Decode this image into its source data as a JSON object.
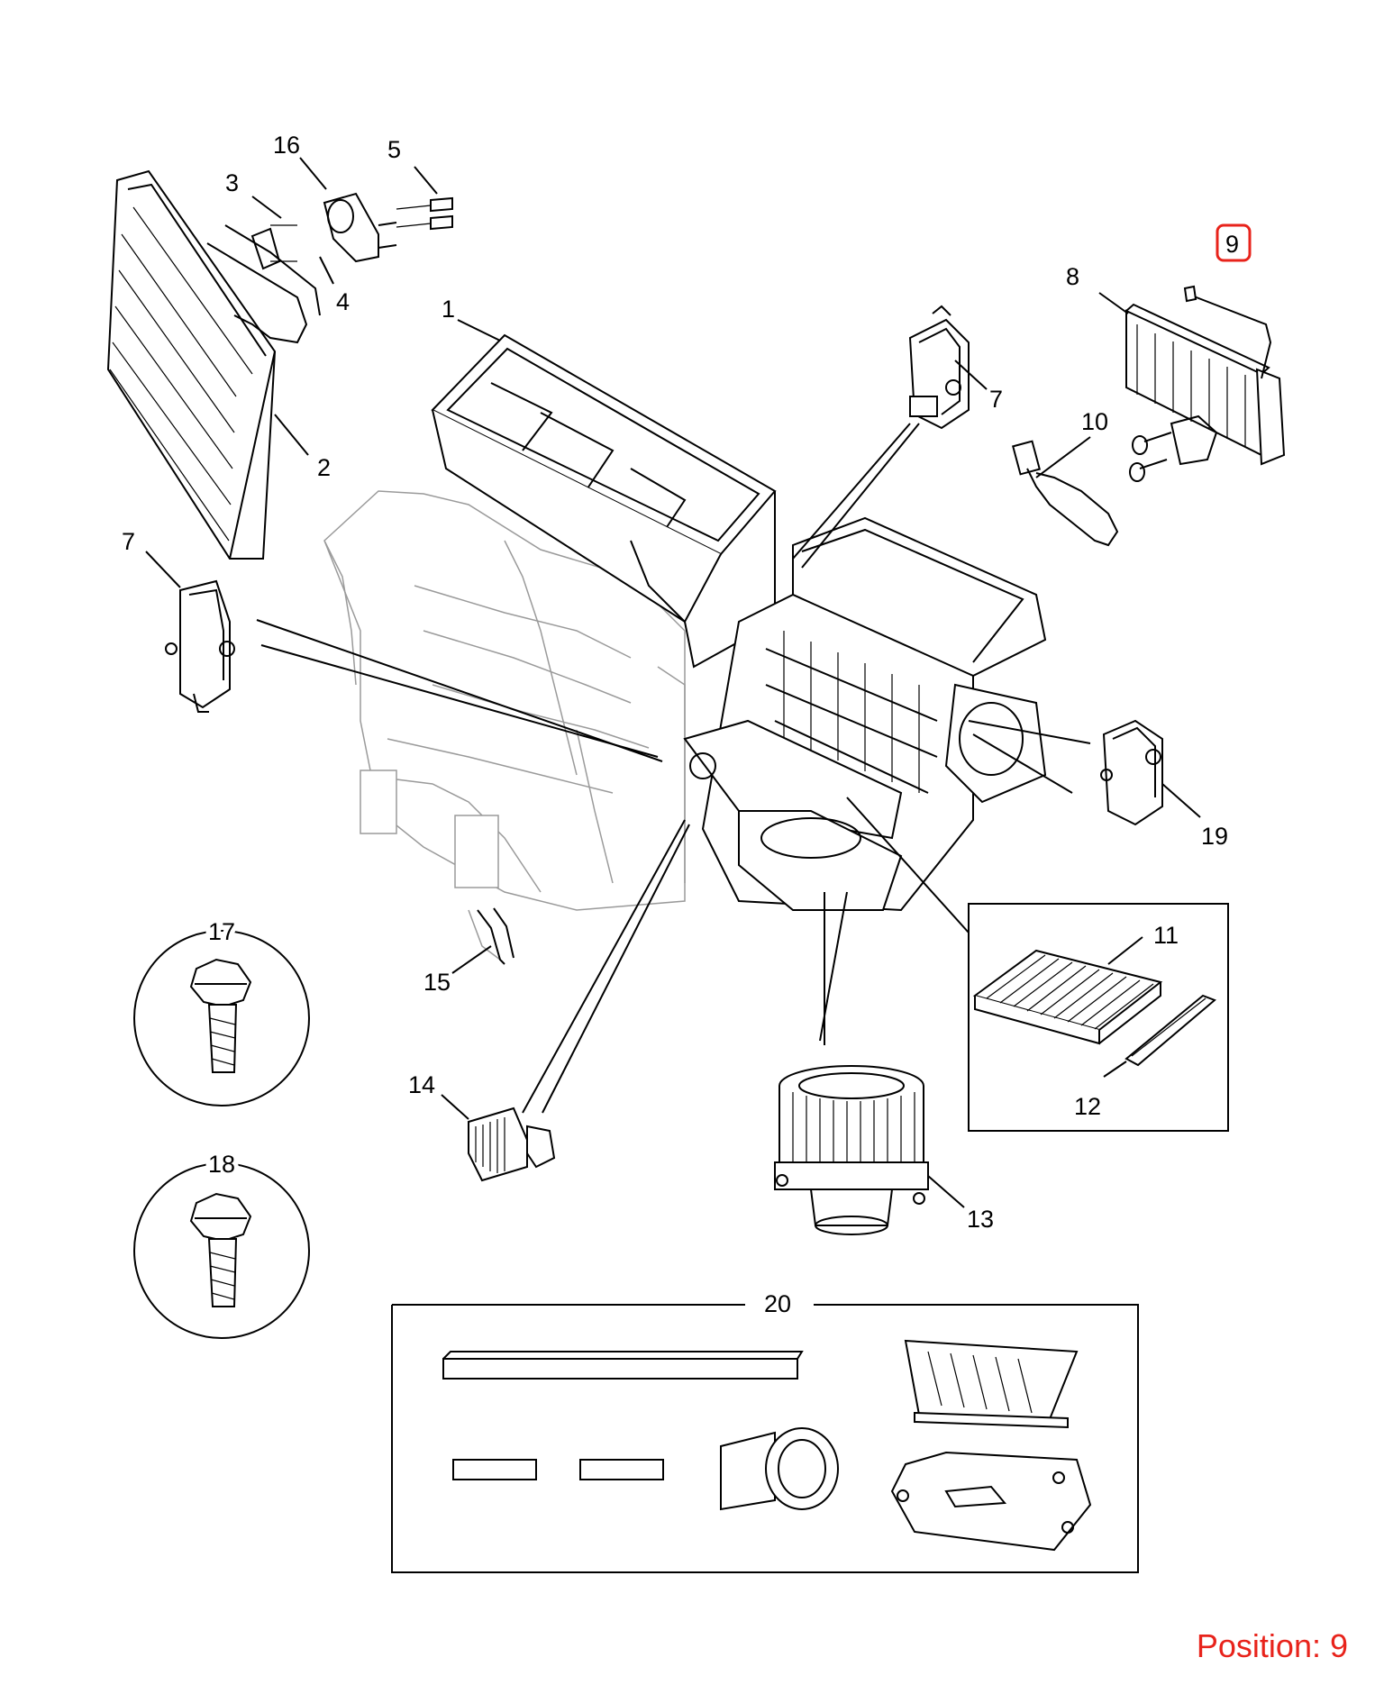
{
  "callouts": [
    "1",
    "2",
    "3",
    "4",
    "5",
    "7",
    "7",
    "8",
    "9",
    "10",
    "11",
    "12",
    "13",
    "14",
    "15",
    "16",
    "17",
    "18",
    "19",
    "20"
  ],
  "highlight": {
    "callout": "9",
    "color": "#e8231b"
  },
  "position": {
    "label": "Position: 9"
  },
  "colors": {
    "lines": "#000000",
    "background_housing": "#9a9a9a",
    "accent": "#e8231b"
  }
}
